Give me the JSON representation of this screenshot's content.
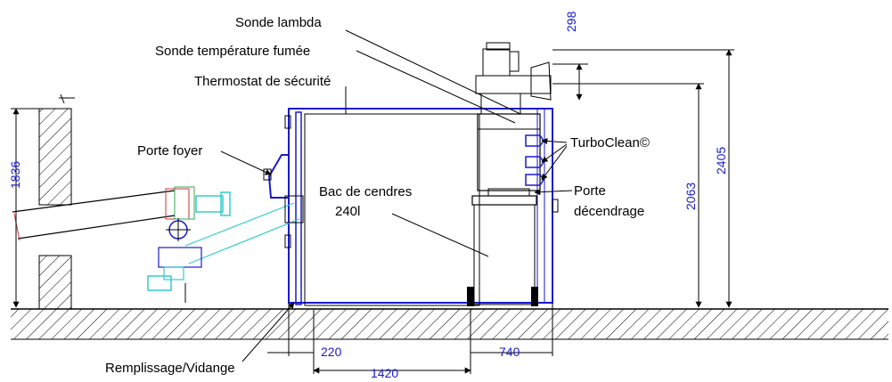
{
  "labels": {
    "sonde_lambda": "Sonde lambda",
    "sonde_temperature": "Sonde température fumée",
    "thermostat": "Thermostat de sécurité",
    "porte_foyer": "Porte foyer",
    "turboclean": "TurboClean©",
    "bac_line1": "Bac de cendres",
    "bac_line2": "240l",
    "porte_line1": "Porte",
    "porte_line2": "décendrage",
    "remplissage": "Remplissage/Vidange"
  },
  "dimensions": {
    "d298": "298",
    "d1836": "1836",
    "d2063": "2063",
    "d2405": "2405",
    "d220": "220",
    "d740": "740",
    "d1420": "1420"
  },
  "colors": {
    "outline": "#000000",
    "boiler": "#1a1acc",
    "dimension": "#1a1acc",
    "feeder_cyan": "#33cccc",
    "feeder_red": "#cc3333",
    "feeder_green": "#33aa55"
  }
}
